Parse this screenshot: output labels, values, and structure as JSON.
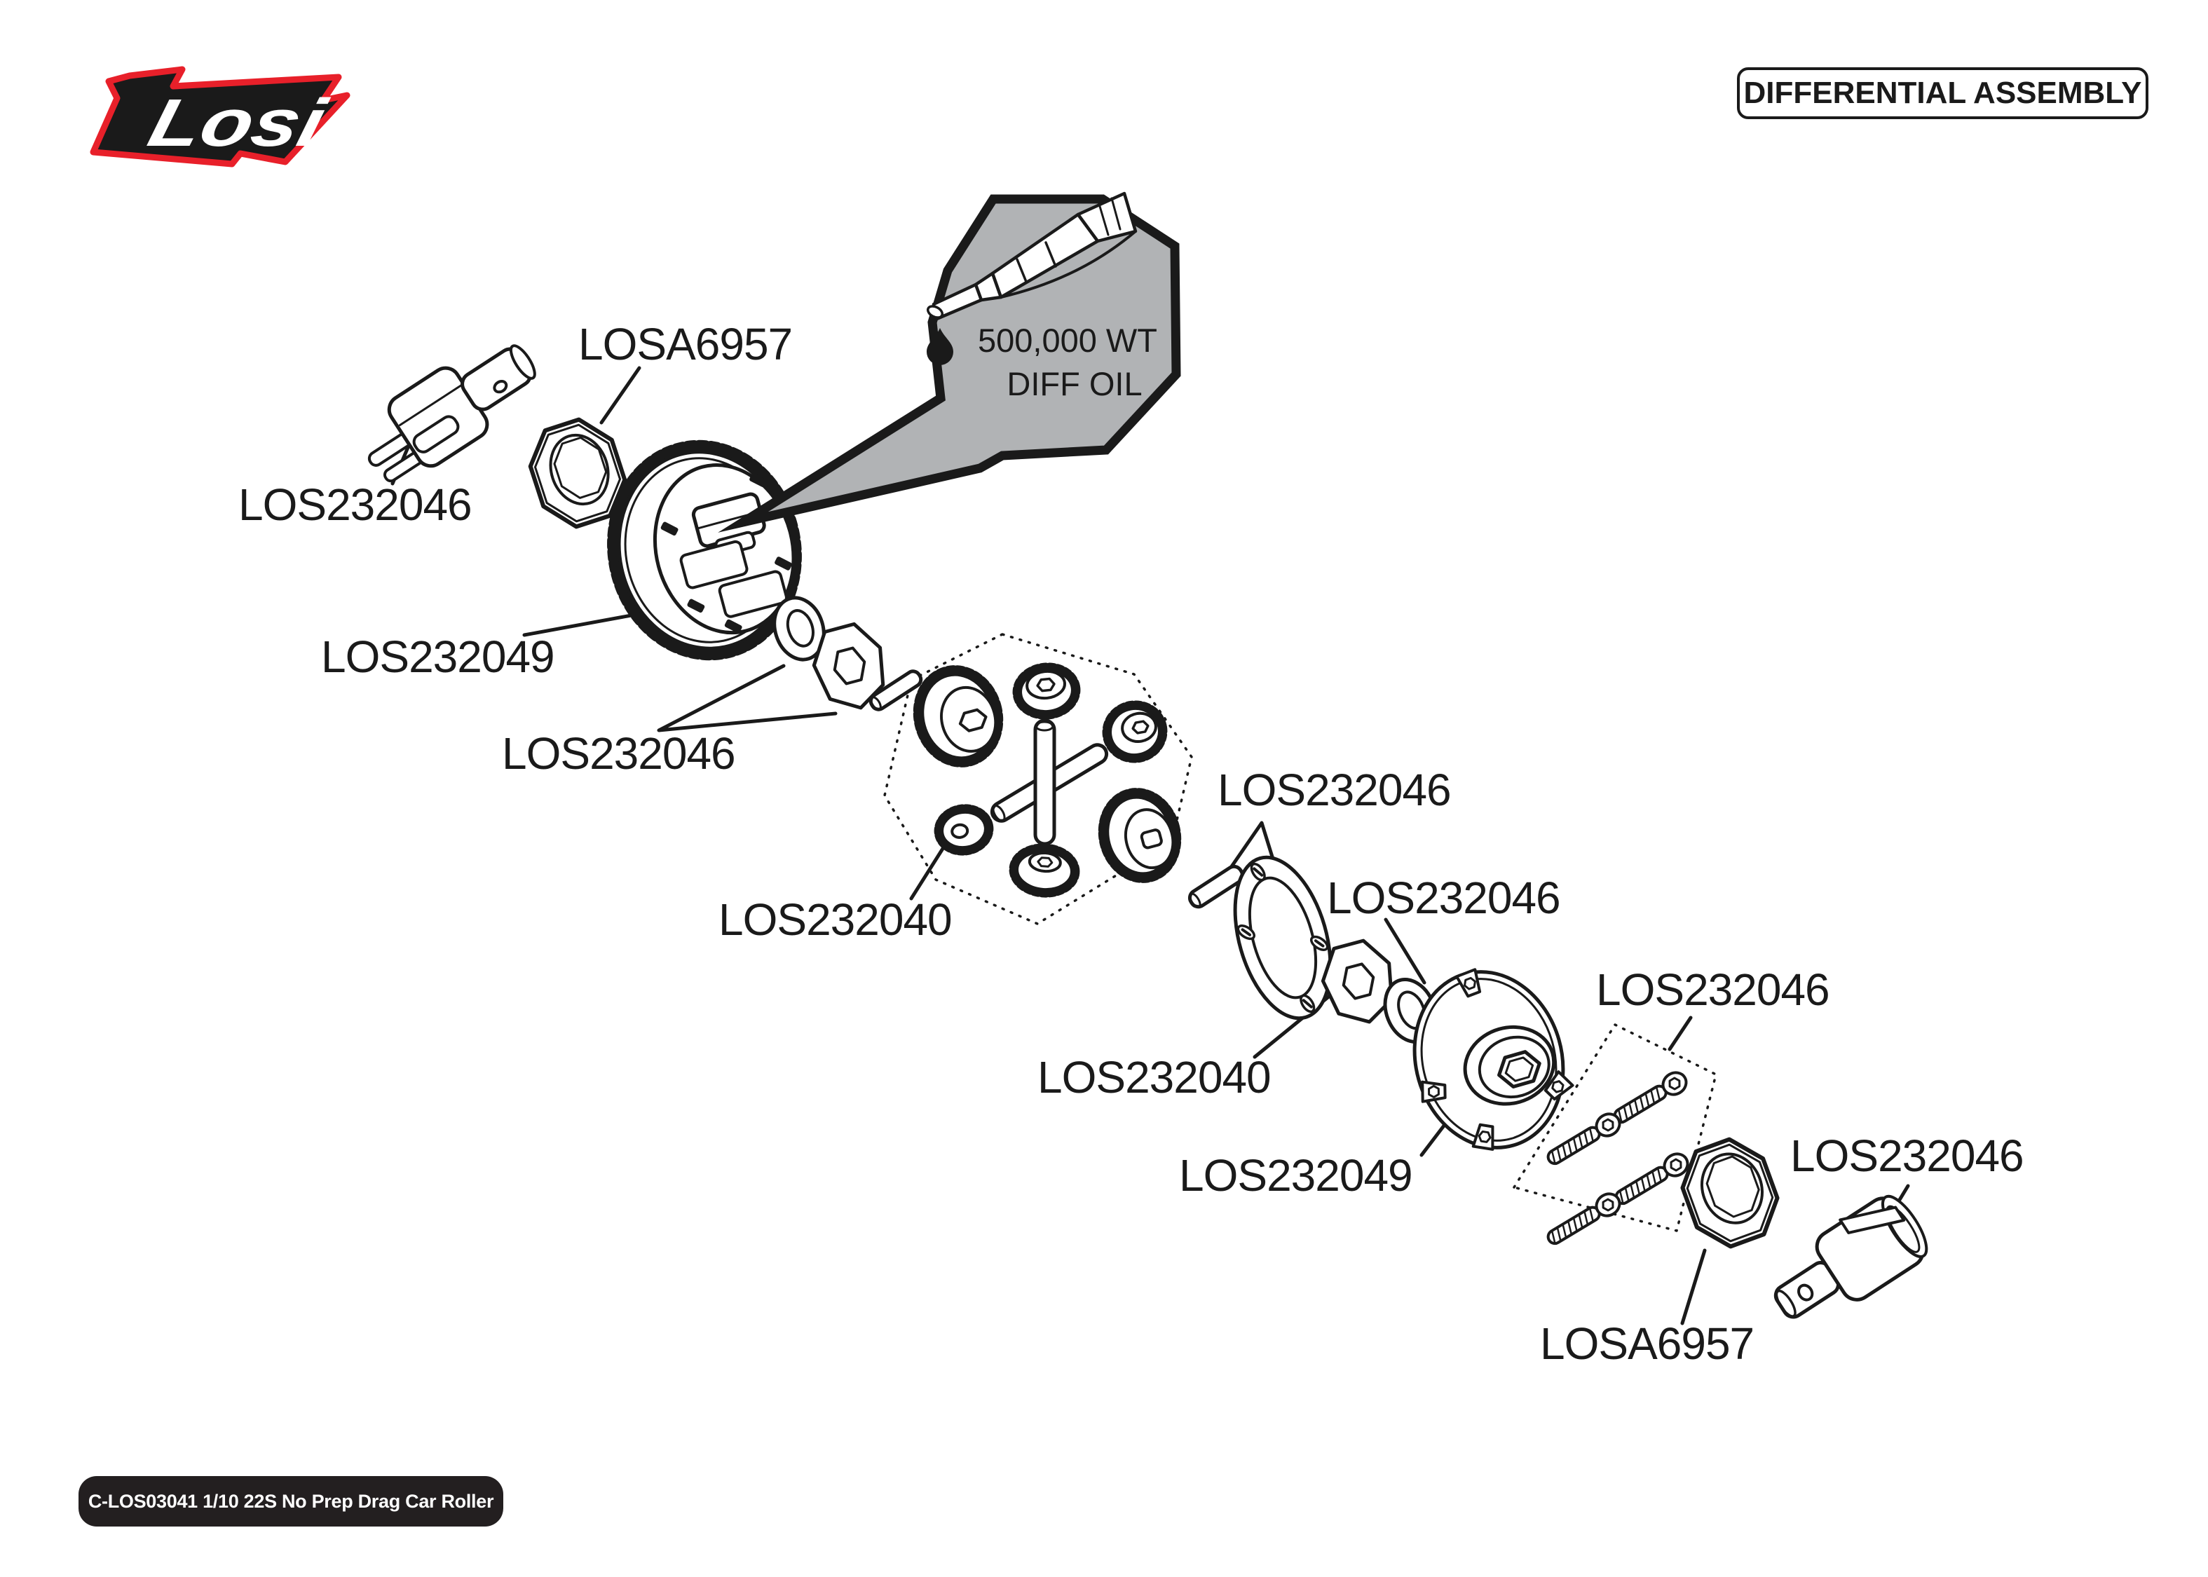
{
  "brand": {
    "name": "Losi"
  },
  "header": {
    "title": "DIFFERENTIAL ASSEMBLY"
  },
  "callout": {
    "line1": "500,000 WT",
    "line2": "DIFF OIL"
  },
  "footer": {
    "badge": "C-LOS03041 1/10 22S No Prep Drag Car Roller"
  },
  "colors": {
    "ink": "#1a1a1a",
    "paper": "#ffffff",
    "balloon_gray": "#b1b3b5",
    "brand_red": "#e8202a",
    "badge_bg": "#231f20"
  },
  "parts": {
    "labels": [
      {
        "id": "losa6957-left-bearing",
        "text": "LOSA6957"
      },
      {
        "id": "los232046-left-outdrive",
        "text": "LOS232046"
      },
      {
        "id": "los232049-main-gear",
        "text": "LOS232049"
      },
      {
        "id": "los232046-left-shims",
        "text": "LOS232046"
      },
      {
        "id": "los232040-gear-set",
        "text": "LOS232040"
      },
      {
        "id": "los232046-pin-gasket",
        "text": "LOS232046"
      },
      {
        "id": "los232046-oring",
        "text": "LOS232046"
      },
      {
        "id": "los232040-washer",
        "text": "LOS232040"
      },
      {
        "id": "los232049-cover",
        "text": "LOS232049"
      },
      {
        "id": "los232046-screws",
        "text": "LOS232046"
      },
      {
        "id": "los232046-right-outdrive",
        "text": "LOS232046"
      },
      {
        "id": "losa6957-right-bearing",
        "text": "LOSA6957"
      }
    ]
  }
}
